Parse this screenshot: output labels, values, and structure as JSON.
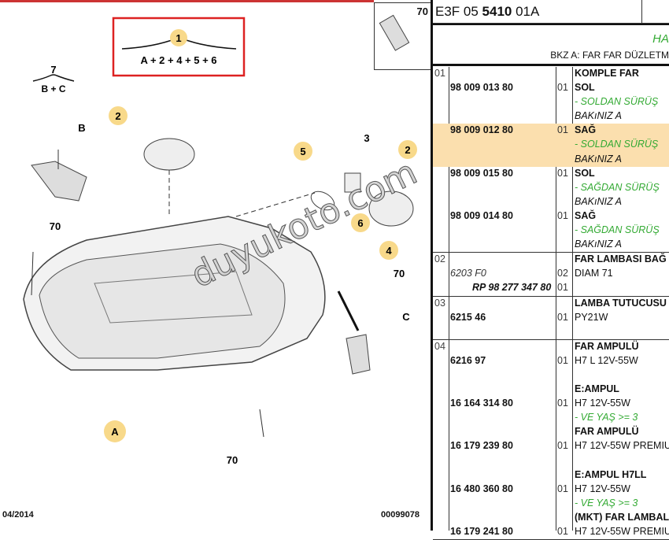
{
  "diagram": {
    "formula_main": {
      "num": "1",
      "text": "A + 2 + 4 + 5 + 6"
    },
    "formula_7": {
      "num": "7",
      "text": "B + C"
    },
    "callouts": [
      "2",
      "2",
      "5",
      "6",
      "4",
      "A"
    ],
    "labels": [
      "B",
      "70",
      "3",
      "70",
      "C",
      "70"
    ],
    "date": "04/2014",
    "code": "00099078",
    "watermark": "duyukoto.com"
  },
  "thumb": {
    "label": "70"
  },
  "header": {
    "ref": "E3F 05 ",
    "ref_bold": "5410",
    "ref_end": " 01A",
    "group": "HA",
    "note": "BKZ A: FAR FAR DÜZLETM"
  },
  "colors": {
    "highlight": "#fbdfae",
    "green": "#33aa33",
    "callout": "#f8d98a",
    "frame": "#dd2222"
  },
  "rows": [
    {
      "lines": [
        {
          "item": "01",
          "desc": "KOMPLE FAR",
          "style": "bold"
        },
        {
          "ref": "98 009 013 80",
          "qty": "01",
          "desc": "SOL",
          "style": "bold"
        },
        {
          "desc": "- SOLDAN SÜRÜŞ",
          "style": "green"
        },
        {
          "desc": "BAKıNIZ A",
          "style": "ital"
        },
        {
          "ref": "98 009 012 80",
          "qty": "01",
          "desc": "SAĞ",
          "style": "bold",
          "hl": true
        },
        {
          "desc": "- SOLDAN SÜRÜŞ",
          "style": "green",
          "hl": true
        },
        {
          "desc": "BAKıNIZ A",
          "style": "ital",
          "hl": true
        },
        {
          "ref": "98 009 015 80",
          "qty": "01",
          "desc": "SOL",
          "style": "bold"
        },
        {
          "desc": "- SAĞDAN SÜRÜŞ",
          "style": "green"
        },
        {
          "desc": "BAKıNIZ A",
          "style": "ital"
        },
        {
          "ref": "98 009 014 80",
          "qty": "01",
          "desc": "SAĞ",
          "style": "bold"
        },
        {
          "desc": "- SAĞDAN SÜRÜŞ",
          "style": "green"
        },
        {
          "desc": "BAKıNIZ A",
          "style": "ital"
        }
      ]
    },
    {
      "lines": [
        {
          "item": "02",
          "desc": "FAR LAMBASI BAĞ",
          "style": "bold"
        },
        {
          "ref": "6203 F0",
          "refstyle": "it",
          "qty": "02",
          "desc": "DIAM 71"
        },
        {
          "ref": "RP 98 277 347 80",
          "refstyle": "itb",
          "qty": "01"
        }
      ]
    },
    {
      "lines": [
        {
          "item": "03",
          "desc": "LAMBA TUTUCUSU",
          "style": "bold"
        },
        {
          "ref": "6215 46",
          "qty": "01",
          "desc": "PY21W"
        },
        {}
      ]
    },
    {
      "lines": [
        {
          "item": "04",
          "desc": "FAR AMPULÜ",
          "style": "bold"
        },
        {
          "ref": "6216 97",
          "qty": "01",
          "desc": "H7 L 12V-55W"
        },
        {},
        {
          "desc": "E:AMPUL",
          "style": "bold"
        },
        {
          "ref": "16 164 314 80",
          "qty": "01",
          "desc": "H7 12V-55W"
        },
        {
          "desc": "- VE YAŞ >= 3",
          "style": "green"
        },
        {
          "desc": "FAR AMPULÜ",
          "style": "bold"
        },
        {
          "ref": "16 179 239 80",
          "qty": "01",
          "desc": "H7 12V-55W PREMIU"
        },
        {},
        {
          "desc": "E:AMPUL H7LL",
          "style": "bold"
        },
        {
          "ref": "16 480 360 80",
          "qty": "01",
          "desc": "H7 12V-55W"
        },
        {
          "desc": "- VE YAŞ >= 3",
          "style": "green"
        },
        {
          "desc": "(MKT) FAR LAMBAL",
          "style": "bold"
        },
        {
          "ref": "16 179 241 80",
          "qty": "01",
          "desc": "H7 12V-55W PREMIU"
        }
      ]
    }
  ]
}
